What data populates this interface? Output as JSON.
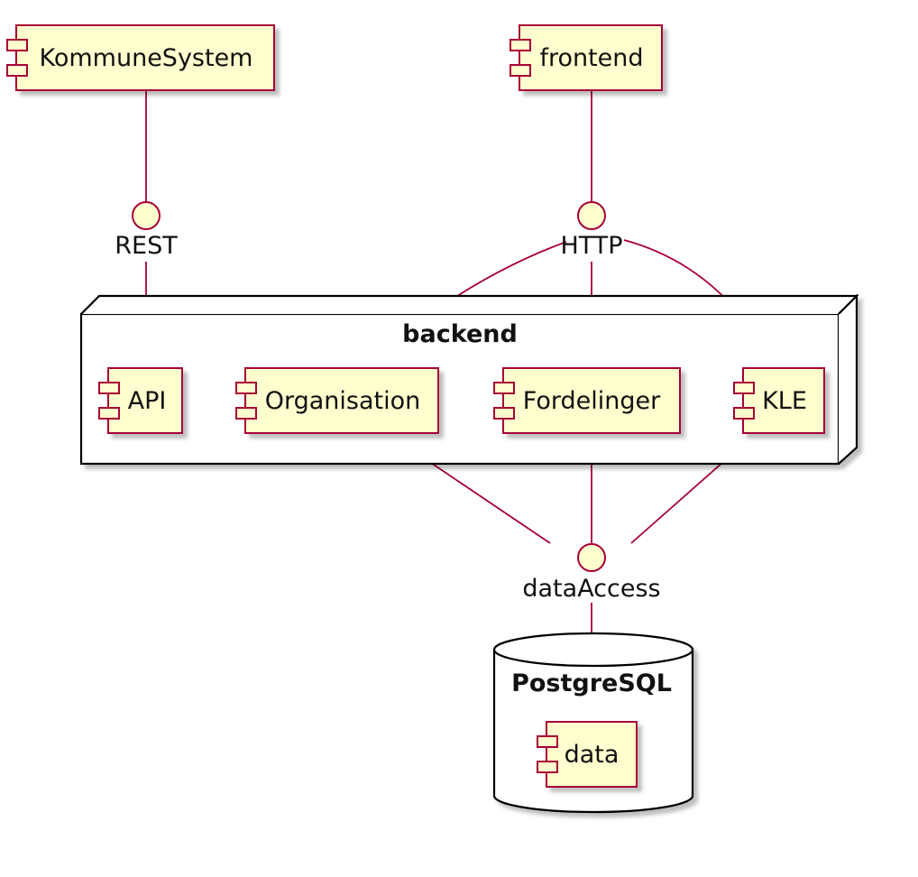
{
  "colors": {
    "component_fill": "#FEFECE",
    "component_stroke": "#A80036",
    "edge_stroke": "#A80036",
    "container_stroke": "#000000",
    "text": "#111111",
    "shadow": "#c8c8c8"
  },
  "components": {
    "kommunesystem": "KommuneSystem",
    "frontend": "frontend",
    "api": "API",
    "organisation": "Organisation",
    "fordelinger": "Fordelinger",
    "kle": "KLE",
    "data": "data"
  },
  "interfaces": {
    "rest": "REST",
    "http": "HTTP",
    "data_access": "dataAccess"
  },
  "groups": {
    "backend": "backend",
    "postgresql": "PostgreSQL"
  }
}
